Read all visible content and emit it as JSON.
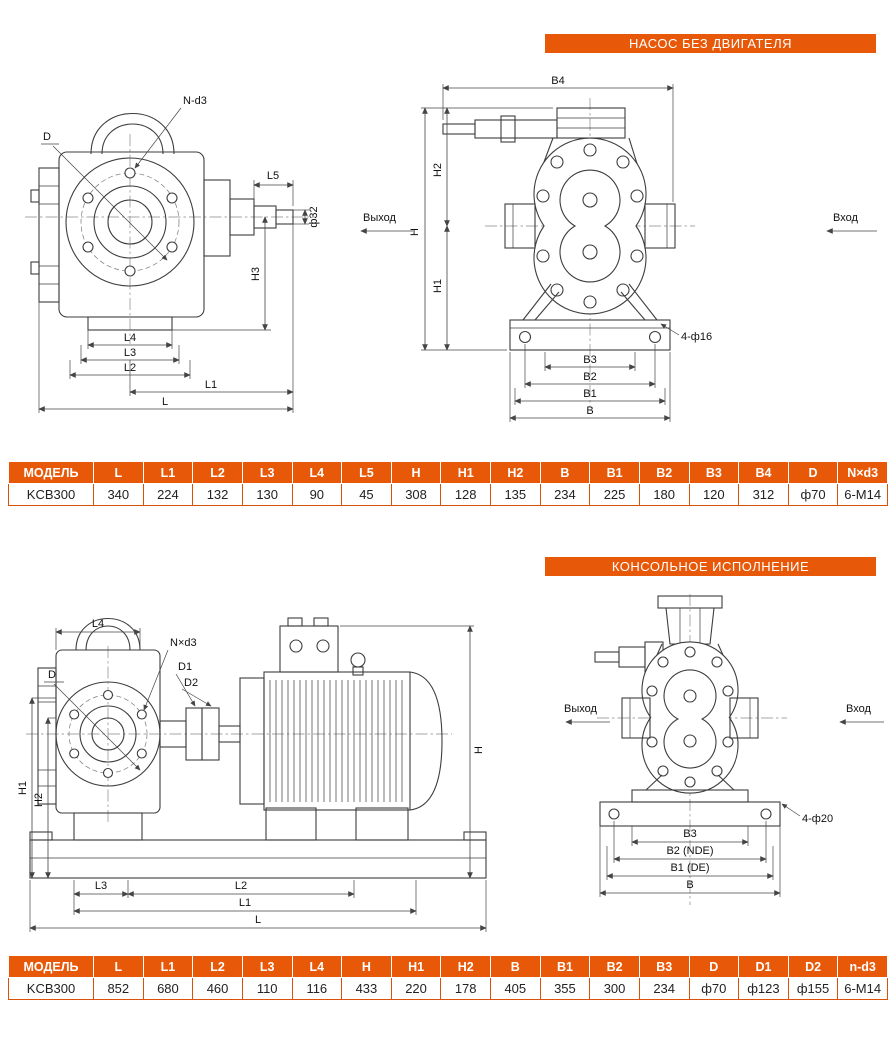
{
  "page": {
    "accent": "#e75909",
    "line_color": "#3d3d3d"
  },
  "section1": {
    "banner": "НАСОС БЕЗ ДВИГАТЕЛЯ",
    "side_view": {
      "n_d3": "N-d3",
      "d": "D",
      "l5": "L5",
      "phi32": "ф32",
      "h3": "H3",
      "l4": "L4",
      "l3": "L3",
      "l2": "L2",
      "l1": "L1",
      "l": "L"
    },
    "front_view": {
      "b4": "B4",
      "h": "H",
      "h2": "H2",
      "h1": "H1",
      "outlet": "Выход",
      "inlet": "Вход",
      "b3": "B3",
      "b2": "B2",
      "b1": "B1",
      "b": "B",
      "holes": "4-ф16"
    },
    "table": {
      "headers": [
        "МОДЕЛЬ",
        "L",
        "L1",
        "L2",
        "L3",
        "L4",
        "L5",
        "H",
        "H1",
        "H2",
        "B",
        "B1",
        "B2",
        "B3",
        "B4",
        "D",
        "N×d3"
      ],
      "rows": [
        [
          "KCB300",
          "340",
          "224",
          "132",
          "130",
          "90",
          "45",
          "308",
          "128",
          "135",
          "234",
          "225",
          "180",
          "120",
          "312",
          "ф70",
          "6-M14"
        ]
      ]
    }
  },
  "section2": {
    "banner": "КОНСОЛЬНОЕ ИСПОЛНЕНИЕ",
    "assembly_view": {
      "l4": "L4",
      "n_d3": "N×d3",
      "d1": "D1",
      "d2": "D2",
      "d": "D",
      "h1": "H1",
      "h2": "H2",
      "h": "H",
      "l3": "L3",
      "l2": "L2",
      "l1": "L1",
      "l": "L"
    },
    "front_view": {
      "outlet": "Выход",
      "inlet": "Вход",
      "b3": "B3",
      "b2": "B2 (NDE)",
      "b1": "B1 (DE)",
      "b": "B",
      "holes": "4-ф20"
    },
    "table": {
      "headers": [
        "МОДЕЛЬ",
        "L",
        "L1",
        "L2",
        "L3",
        "L4",
        "H",
        "H1",
        "H2",
        "B",
        "B1",
        "B2",
        "B3",
        "D",
        "D1",
        "D2",
        "n-d3"
      ],
      "rows": [
        [
          "KCB300",
          "852",
          "680",
          "460",
          "110",
          "116",
          "433",
          "220",
          "178",
          "405",
          "355",
          "300",
          "234",
          "ф70",
          "ф123",
          "ф155",
          "6-M14"
        ]
      ]
    }
  }
}
